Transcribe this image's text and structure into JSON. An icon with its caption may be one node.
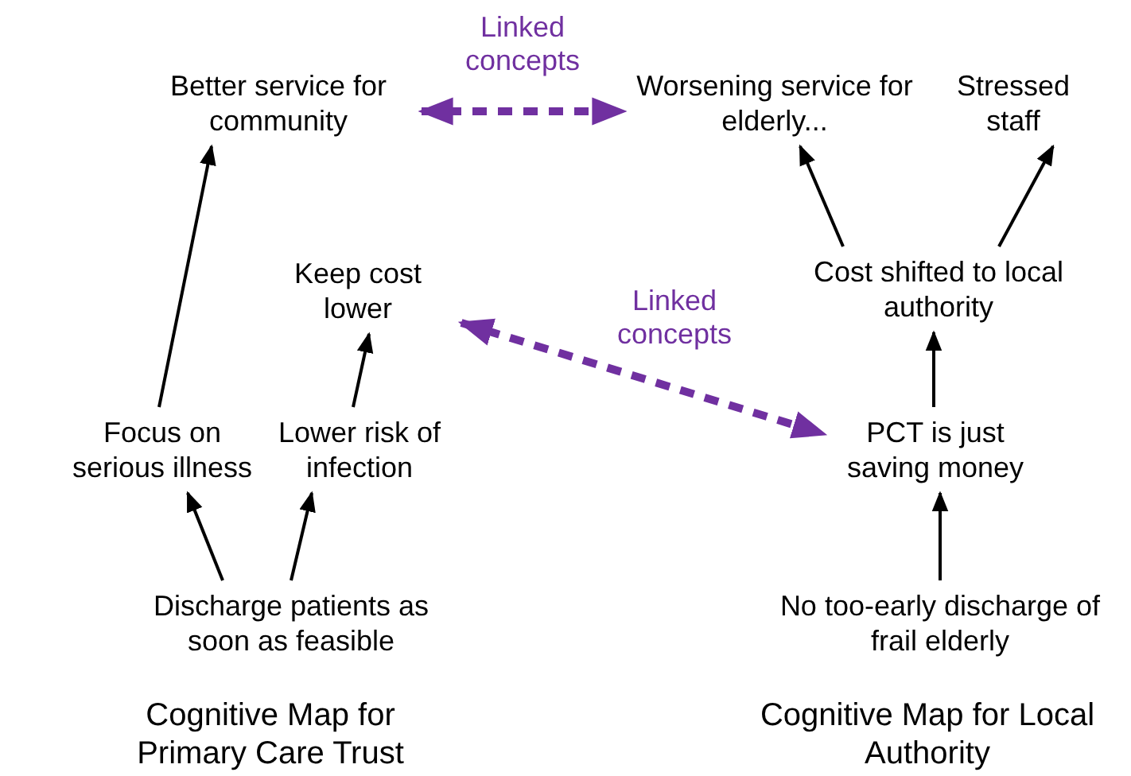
{
  "diagram": {
    "nodes": [
      {
        "text": [
          "Better service for community"
        ]
      },
      {
        "text": [
          "Worsening service for elderly..."
        ]
      },
      {
        "text": [
          "Stressed staff"
        ]
      },
      {
        "text": [
          "Keep cost lower"
        ]
      },
      {
        "text": [
          "Cost shifted to local authority"
        ]
      },
      {
        "text": [
          "Focus on serious illness"
        ]
      },
      {
        "text": [
          "Lower risk of infection"
        ]
      },
      {
        "text": [
          "PCT is just saving money"
        ]
      },
      {
        "text": [
          "Discharge patients as soon as feasible"
        ]
      },
      {
        "text": [
          "No too-early discharge of frail elderly"
        ]
      }
    ],
    "edges": [
      {
        "from": 5,
        "to": 0,
        "arrow": "to"
      },
      {
        "from": 6,
        "to": 3,
        "arrow": "to"
      },
      {
        "from": 8,
        "to": 5,
        "arrow": "to"
      },
      {
        "from": 8,
        "to": 6,
        "arrow": "to"
      },
      {
        "from": 4,
        "to": 1,
        "arrow": "to"
      },
      {
        "from": 4,
        "to": 2,
        "arrow": "to"
      },
      {
        "from": 7,
        "to": 4,
        "arrow": "to"
      },
      {
        "from": 9,
        "to": 7,
        "arrow": "to"
      },
      {
        "from": 0,
        "to": 1,
        "arrow": "both",
        "label": "Linked concepts",
        "style": "dashed",
        "color": "#7030a0"
      },
      {
        "from": 3,
        "to": 7,
        "arrow": "both",
        "label": "Linked concepts",
        "style": "dashed",
        "color": "#7030a0"
      }
    ],
    "labels": [
      "Cognitive Map for Primary Care Trust",
      "Cognitive Map for Local Authority"
    ]
  }
}
